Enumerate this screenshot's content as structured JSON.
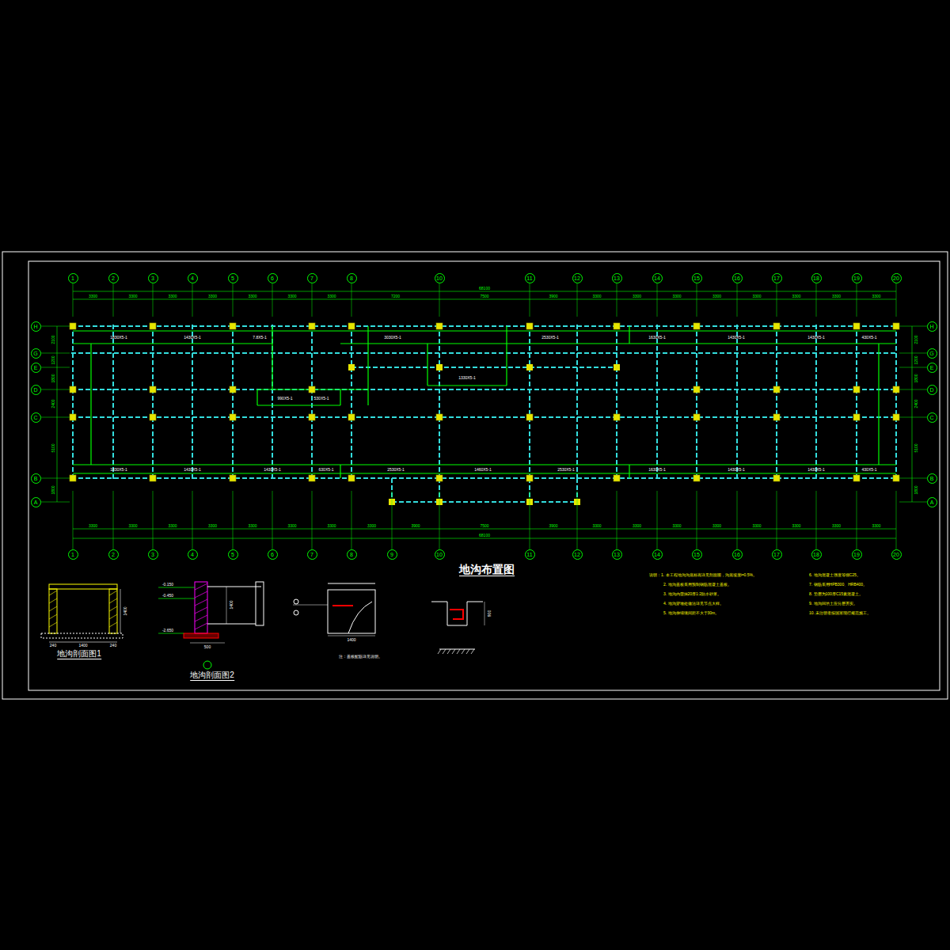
{
  "diagram": {
    "title": "地沟布置图",
    "nodes": [
      {
        "text": [
          "1"
        ]
      },
      {
        "text": [
          "2"
        ]
      },
      {
        "text": [
          "3"
        ]
      },
      {
        "text": [
          "4"
        ]
      },
      {
        "text": [
          "5"
        ]
      },
      {
        "text": [
          "6"
        ]
      },
      {
        "text": [
          "7"
        ]
      },
      {
        "text": [
          "8"
        ]
      },
      {
        "text": [
          "10"
        ]
      },
      {
        "text": [
          "11"
        ]
      },
      {
        "text": [
          "12"
        ]
      },
      {
        "text": [
          "13"
        ]
      },
      {
        "text": [
          "14"
        ]
      },
      {
        "text": [
          "15"
        ]
      },
      {
        "text": [
          "16"
        ]
      },
      {
        "text": [
          "17"
        ]
      },
      {
        "text": [
          "18"
        ]
      },
      {
        "text": [
          "19"
        ]
      },
      {
        "text": [
          "20"
        ]
      },
      {
        "text": [
          "1"
        ]
      },
      {
        "text": [
          "2"
        ]
      },
      {
        "text": [
          "3"
        ]
      },
      {
        "text": [
          "4"
        ]
      },
      {
        "text": [
          "5"
        ]
      },
      {
        "text": [
          "6"
        ]
      },
      {
        "text": [
          "7"
        ]
      },
      {
        "text": [
          "8"
        ]
      },
      {
        "text": [
          "9"
        ]
      },
      {
        "text": [
          "10"
        ]
      },
      {
        "text": [
          "11"
        ]
      },
      {
        "text": [
          "12"
        ]
      },
      {
        "text": [
          "13"
        ]
      },
      {
        "text": [
          "14"
        ]
      },
      {
        "text": [
          "15"
        ]
      },
      {
        "text": [
          "16"
        ]
      },
      {
        "text": [
          "17"
        ]
      },
      {
        "text": [
          "18"
        ]
      },
      {
        "text": [
          "19"
        ]
      },
      {
        "text": [
          "20"
        ]
      },
      {
        "text": [
          "H"
        ]
      },
      {
        "text": [
          "G"
        ]
      },
      {
        "text": [
          "E"
        ]
      },
      {
        "text": [
          "D"
        ]
      },
      {
        "text": [
          "C"
        ]
      },
      {
        "text": [
          "B"
        ]
      },
      {
        "text": [
          "A"
        ]
      },
      {
        "text": [
          "H"
        ]
      },
      {
        "text": [
          "G"
        ]
      },
      {
        "text": [
          "E"
        ]
      },
      {
        "text": [
          "D"
        ]
      },
      {
        "text": [
          "C"
        ]
      },
      {
        "text": [
          "B"
        ]
      },
      {
        "text": [
          "A"
        ]
      }
    ],
    "labels": [
      "地沟剖面图1",
      "地沟剖面图2",
      "3300",
      "3300",
      "3300",
      "3300",
      "3300",
      "3300",
      "3300",
      "7200",
      "7500",
      "3900",
      "3300",
      "3300",
      "3300",
      "3300",
      "3300",
      "3300",
      "3300",
      "3300",
      "68100",
      "3300",
      "3300",
      "3300",
      "3300",
      "3300",
      "3300",
      "3300",
      "3300",
      "3900",
      "7500",
      "3900",
      "3300",
      "3300",
      "3300",
      "3300",
      "3300",
      "3300",
      "3300",
      "3300",
      "68100",
      "2100",
      "1200",
      "1800",
      "2400",
      "5100",
      "1800",
      "2100",
      "1200",
      "1800",
      "2400",
      "5100",
      "1800",
      "1830X5-1",
      "1430X5-1",
      "7.8X5-1",
      "3030X5-1",
      "2530X5-1",
      "1630X5-1",
      "1430X5-1",
      "1430X5-1",
      "430X5-1",
      "1830X5-1",
      "1430X5-1",
      "1430X5-1",
      "630X5-1",
      "2530X5-1",
      "1460X5-1",
      "2530X5-1",
      "1630X5-1",
      "1430X5-1",
      "1430X5-1",
      "430X5-1",
      "1330X5-1",
      "990X5-1",
      "530X5-1",
      "1400",
      "240",
      "240",
      "1400",
      "-0.150",
      "-0.450",
      "-2.650",
      "1400",
      "500",
      "1400",
      "注：盖板配筋详见说明。",
      "900",
      "说明：1. 本工程地沟沟底标高详见剖面图，沟底坡度i=0.5%。",
      "2. 地沟盖板采用预制钢筋混凝土盖板。",
      "3. 地沟内壁抹20厚1:2防水砂浆。",
      "4. 地沟穿墙处做法详见节点大样。",
      "5. 地沟伸缩缝间距不大于30m。",
      "6. 地沟混凝土强度等级C25。",
      "7. 钢筋采用HPB300、HRB400。",
      "8. 垫层为100厚C15素混凝土。",
      "9. 地沟回填土应分层夯实。",
      "10. 未注明者按国家现行规范施工。"
    ]
  }
}
